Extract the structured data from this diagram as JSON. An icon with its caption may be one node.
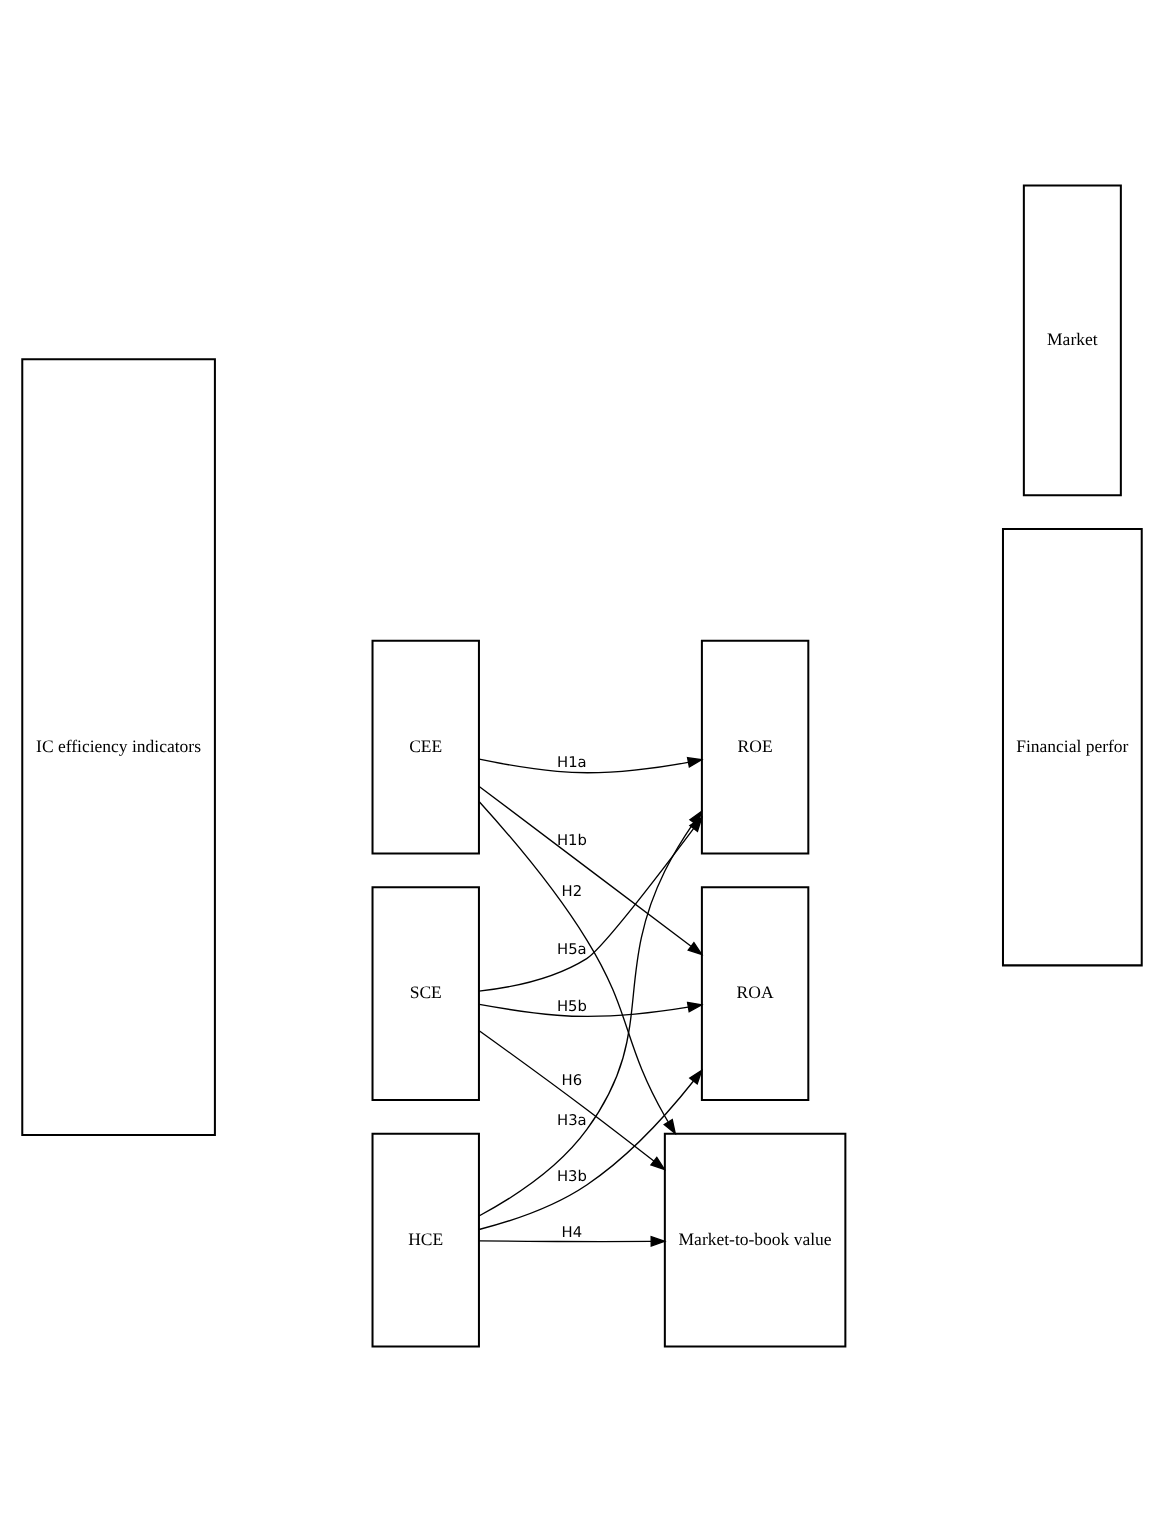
{
  "diagram": {
    "nodes": [
      {
        "text": [
          "IC efficiency indicators"
        ]
      },
      {
        "text": [
          "CEE"
        ]
      },
      {
        "text": [
          "HCE"
        ]
      },
      {
        "text": [
          "SCE"
        ]
      },
      {
        "text": [
          "ROE"
        ]
      },
      {
        "text": [
          "ROA"
        ]
      },
      {
        "text": [
          "Market-to-book value"
        ]
      },
      {
        "text": [
          "Financial perfor"
        ]
      },
      {
        "text": [
          "Market"
        ]
      }
    ],
    "edges": [
      {
        "from": 1,
        "to": 4,
        "arrow": "to",
        "label": "H1a"
      },
      {
        "from": 1,
        "to": 5,
        "arrow": "to",
        "label": "H1b"
      },
      {
        "from": 1,
        "to": 6,
        "arrow": "to",
        "label": "H2"
      },
      {
        "from": 2,
        "to": 4,
        "arrow": "to",
        "label": "H3a"
      },
      {
        "from": 2,
        "to": 5,
        "arrow": "to",
        "label": "H3b"
      },
      {
        "from": 2,
        "to": 6,
        "arrow": "to",
        "label": "H4"
      },
      {
        "from": 3,
        "to": 4,
        "arrow": "to",
        "label": "H5a"
      },
      {
        "from": 3,
        "to": 5,
        "arrow": "to",
        "label": "H5b"
      },
      {
        "from": 3,
        "to": 6,
        "arrow": "to",
        "label": "H6"
      }
    ]
  }
}
